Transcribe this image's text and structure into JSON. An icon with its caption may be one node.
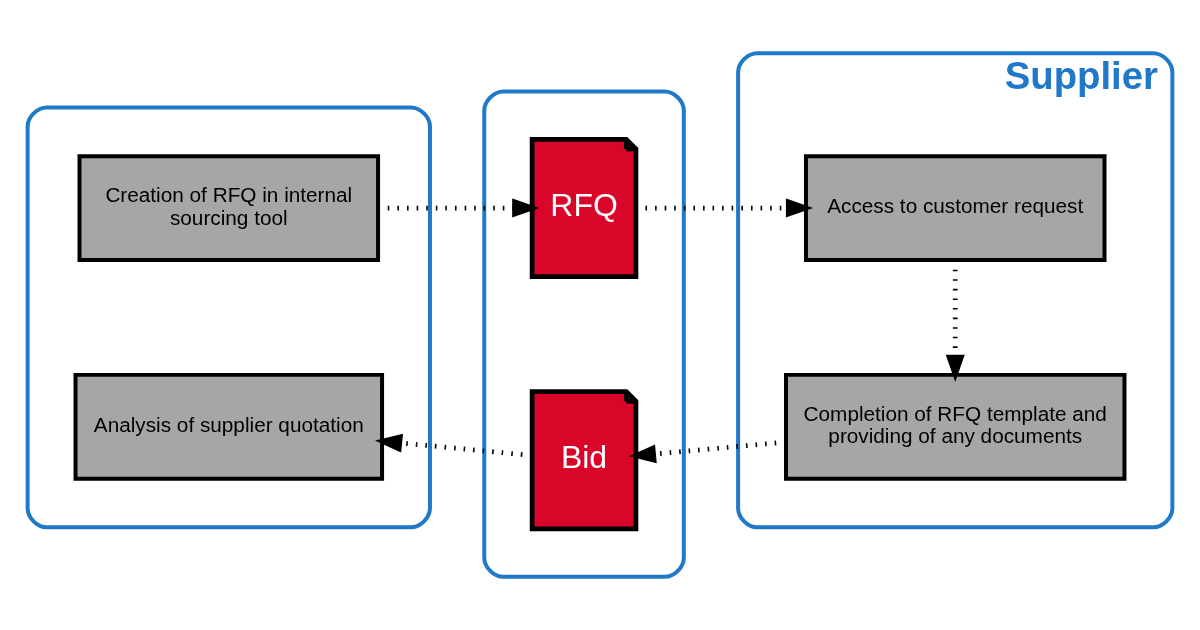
{
  "diagram": {
    "nodes": [
      {
        "text": [],
        "shape": "box"
      },
      {
        "text": [
          "Creation of RFQ in internal sourcing tool"
        ],
        "in": 0
      },
      {
        "text": [
          "Analysis of supplier quotation"
        ],
        "in": 0
      },
      {
        "text": [],
        "shape": "box"
      },
      {
        "text": [
          "RFQ"
        ],
        "in": 3
      },
      {
        "text": [
          "Bid"
        ],
        "in": 3
      },
      {
        "text": [
          "Supplier"
        ]
      },
      {
        "text": [
          "Access to customer request"
        ],
        "in": 6
      },
      {
        "text": [
          "Completion of RFQ template and providing of any documents"
        ],
        "in": 6
      }
    ],
    "edges": [
      {
        "from": 1,
        "to": 4,
        "arrow": "to"
      },
      {
        "from": 4,
        "to": 7,
        "arrow": "to"
      },
      {
        "from": 7,
        "to": 8,
        "arrow": "to"
      },
      {
        "from": 8,
        "to": 5,
        "arrow": "to"
      },
      {
        "from": 5,
        "to": 2,
        "arrow": "to"
      }
    ]
  }
}
